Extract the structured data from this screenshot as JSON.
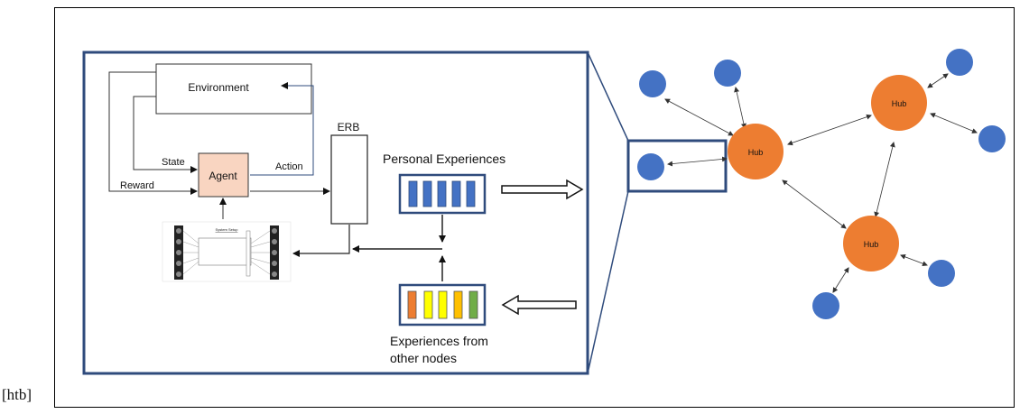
{
  "caption_prefix": "[htb]",
  "rl_loop": {
    "environment": "Environment",
    "agent": "Agent",
    "state": "State",
    "action": "Action",
    "reward": "Reward"
  },
  "erb_label": "ERB",
  "personal_experiences": "Personal Experiences",
  "other_experiences": [
    "Experiences from",
    "other nodes"
  ],
  "system_setup_title": "System Setup",
  "network": {
    "hub_label": "Hub"
  },
  "colors": {
    "panel_border": "#2f4b7c",
    "agent_fill": "#f9d5c1",
    "bar_blue": "#4472c4",
    "hub_orange": "#ed7d31",
    "node_blue": "#4472c4",
    "other_bars": [
      "#ed7d31",
      "#ffff00",
      "#ffff00",
      "#ffc000",
      "#70ad47"
    ]
  }
}
